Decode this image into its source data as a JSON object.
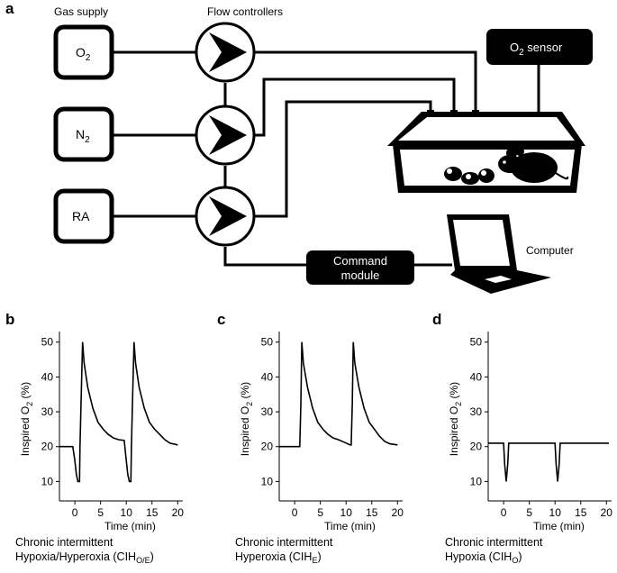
{
  "panel_a": {
    "letter": "a",
    "gas_supply_label": "Gas supply",
    "flow_controllers_label": "Flow controllers",
    "gases": [
      {
        "label": "O",
        "sub": "2"
      },
      {
        "label": "N",
        "sub": "2"
      },
      {
        "label": "RA",
        "sub": ""
      }
    ],
    "o2_sensor": {
      "label": "O",
      "sub": "2",
      "rest": " sensor"
    },
    "command_module": [
      "Command",
      "module"
    ],
    "computer_label": "Computer"
  },
  "chart_data": [
    {
      "letter": "b",
      "type": "line",
      "ylabel_main": "Inspired O",
      "ylabel_sub": "2",
      "ylabel_unit": " (%)",
      "xlabel": "Time (min)",
      "xticks": [
        0,
        5,
        10,
        15,
        20
      ],
      "yticks": [
        10,
        20,
        30,
        40,
        50
      ],
      "xlim": [
        -3,
        21
      ],
      "ylim": [
        7,
        52
      ],
      "caption": [
        "Chronic intermittent",
        "Hypoxia/Hyperoxia (CIH",
        "O/E",
        ")"
      ],
      "points": [
        [
          -3,
          20
        ],
        [
          -0.4,
          20
        ],
        [
          0,
          16
        ],
        [
          0.3,
          12
        ],
        [
          0.6,
          10
        ],
        [
          0.9,
          10
        ],
        [
          1.0,
          20
        ],
        [
          1.3,
          38
        ],
        [
          1.5,
          50
        ],
        [
          1.8,
          44
        ],
        [
          2.5,
          37
        ],
        [
          3.5,
          31
        ],
        [
          4.5,
          27
        ],
        [
          5.5,
          25
        ],
        [
          6.5,
          23.5
        ],
        [
          7.5,
          22.5
        ],
        [
          8.5,
          22
        ],
        [
          9.6,
          21.8
        ],
        [
          10,
          16
        ],
        [
          10.3,
          12
        ],
        [
          10.6,
          10
        ],
        [
          10.9,
          10
        ],
        [
          11,
          20
        ],
        [
          11.3,
          38
        ],
        [
          11.5,
          50
        ],
        [
          11.8,
          44
        ],
        [
          12.5,
          37
        ],
        [
          13.5,
          31
        ],
        [
          14.5,
          27
        ],
        [
          15.5,
          25
        ],
        [
          16.5,
          23.5
        ],
        [
          17.5,
          22
        ],
        [
          18.5,
          21
        ],
        [
          20,
          20.5
        ]
      ]
    },
    {
      "letter": "c",
      "type": "line",
      "ylabel_main": "Inspired O",
      "ylabel_sub": "2",
      "ylabel_unit": " (%)",
      "xlabel": "Time (min)",
      "xticks": [
        0,
        5,
        10,
        15,
        20
      ],
      "yticks": [
        10,
        20,
        30,
        40,
        50
      ],
      "xlim": [
        -3,
        21
      ],
      "ylim": [
        7,
        52
      ],
      "caption": [
        "Chronic intermittent",
        "Hyperoxia (CIH",
        "E",
        ")"
      ],
      "points": [
        [
          -3,
          20
        ],
        [
          1.0,
          20
        ],
        [
          1.2,
          32
        ],
        [
          1.4,
          50
        ],
        [
          1.7,
          44
        ],
        [
          2.5,
          37
        ],
        [
          3.5,
          31
        ],
        [
          4.5,
          27
        ],
        [
          5.5,
          25
        ],
        [
          6.5,
          23.5
        ],
        [
          7.5,
          22.5
        ],
        [
          8.5,
          22
        ],
        [
          10.8,
          20.5
        ],
        [
          11.0,
          20.5
        ],
        [
          11.2,
          32
        ],
        [
          11.4,
          50
        ],
        [
          11.7,
          44
        ],
        [
          12.5,
          37
        ],
        [
          13.5,
          31
        ],
        [
          14.5,
          27
        ],
        [
          15.5,
          25
        ],
        [
          16.5,
          23
        ],
        [
          17.5,
          21.5
        ],
        [
          18.5,
          20.8
        ],
        [
          20,
          20.5
        ]
      ]
    },
    {
      "letter": "d",
      "type": "line",
      "ylabel_main": "Inspired O",
      "ylabel_sub": "2",
      "ylabel_unit": " (%)",
      "xlabel": "Time (min)",
      "xticks": [
        0,
        5,
        10,
        15,
        20
      ],
      "yticks": [
        10,
        20,
        30,
        40,
        50
      ],
      "xlim": [
        -3,
        21
      ],
      "ylim": [
        7,
        52
      ],
      "caption": [
        "Chronic intermittent",
        "Hypoxia (CIH",
        "O",
        ")"
      ],
      "points": [
        [
          -3,
          21
        ],
        [
          0,
          21
        ],
        [
          0.2,
          15
        ],
        [
          0.5,
          10
        ],
        [
          0.8,
          15
        ],
        [
          1.0,
          21
        ],
        [
          10,
          21
        ],
        [
          10.2,
          15
        ],
        [
          10.5,
          10
        ],
        [
          10.8,
          15
        ],
        [
          11,
          21
        ],
        [
          20.5,
          21
        ]
      ]
    }
  ]
}
